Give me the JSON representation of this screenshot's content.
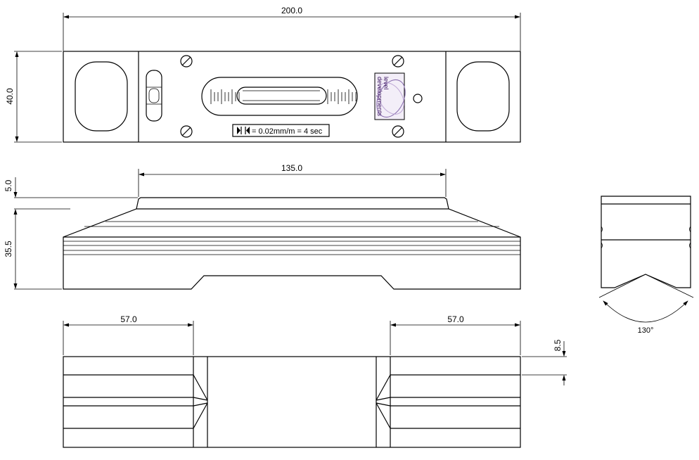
{
  "drawing": {
    "top_view": {
      "overall_length": "200.0",
      "height": "40.0",
      "sensitivity_label": "= 0.02mm/m = 4 sec",
      "logo": {
        "line1": "level",
        "line2": "developments"
      }
    },
    "side_view": {
      "base_length": "135.0",
      "top_step": "5.0",
      "body_height": "35.5"
    },
    "bottom_view": {
      "left_section": "57.0",
      "right_section": "57.0",
      "groove": "8.5"
    },
    "end_view": {
      "vee_angle": "130°"
    }
  }
}
